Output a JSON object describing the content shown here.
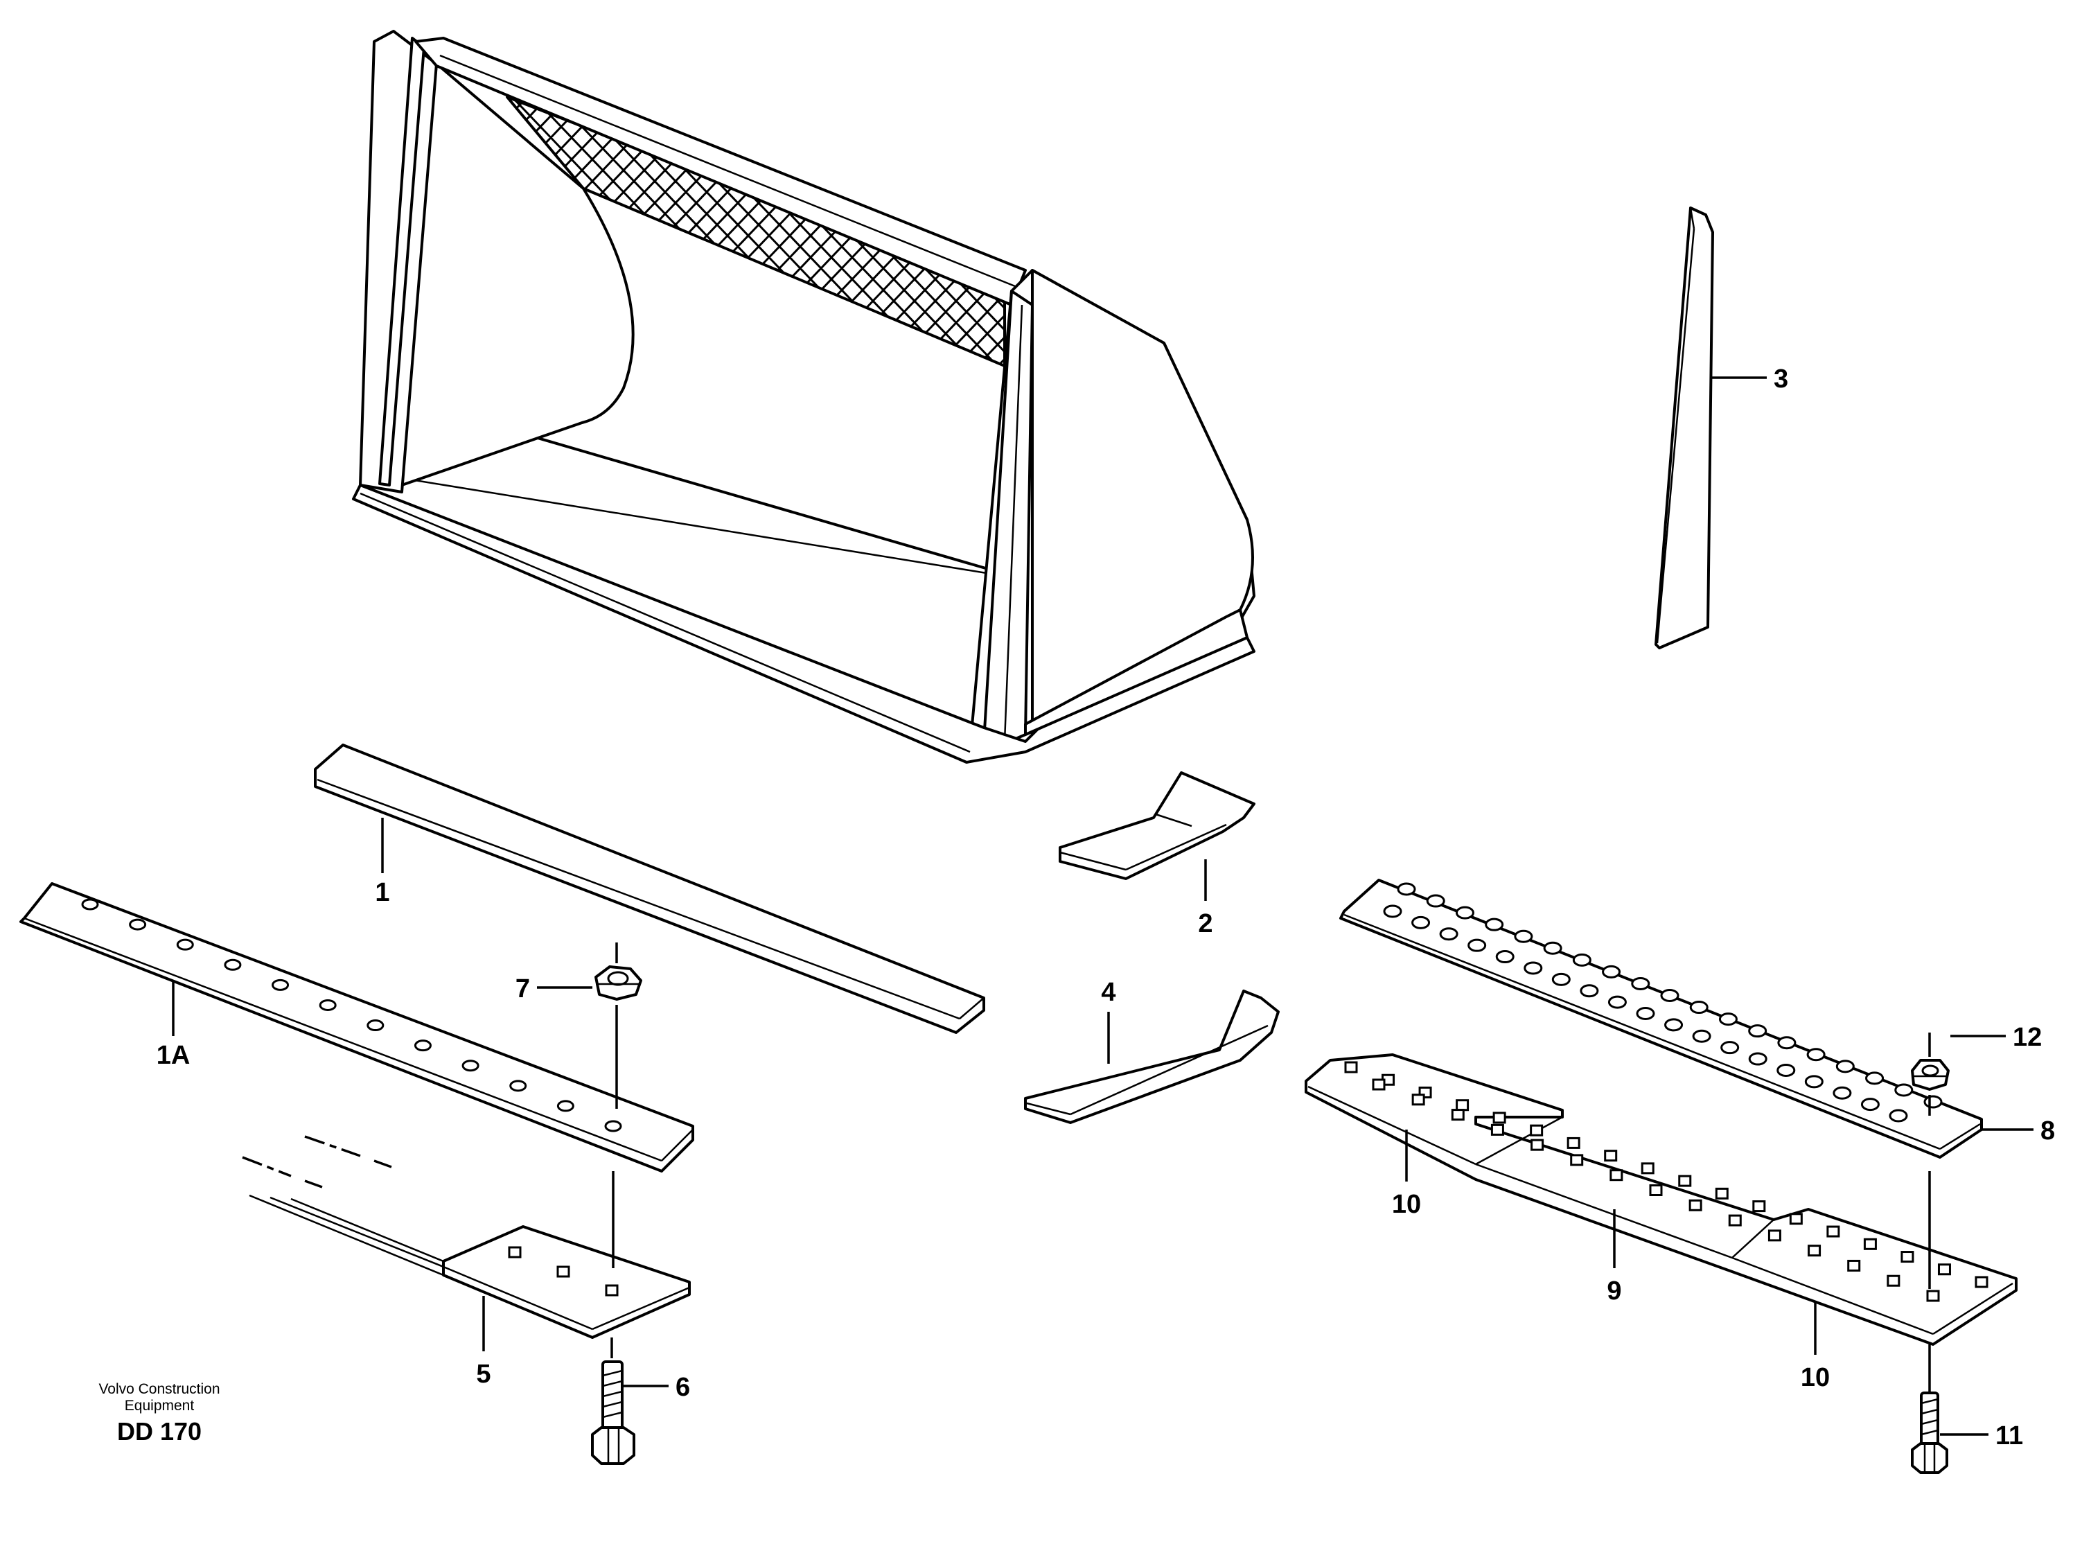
{
  "callouts": {
    "c1": "1",
    "c1a": "1A",
    "c2": "2",
    "c3": "3",
    "c4": "4",
    "c5": "5",
    "c6": "6",
    "c7": "7",
    "c8": "8",
    "c9": "9",
    "c10a": "10",
    "c10b": "10",
    "c11": "11",
    "c12": "12"
  },
  "footer": {
    "brand_line1": "Volvo Construction",
    "brand_line2": "Equipment",
    "drawing_code": "DD 170"
  }
}
